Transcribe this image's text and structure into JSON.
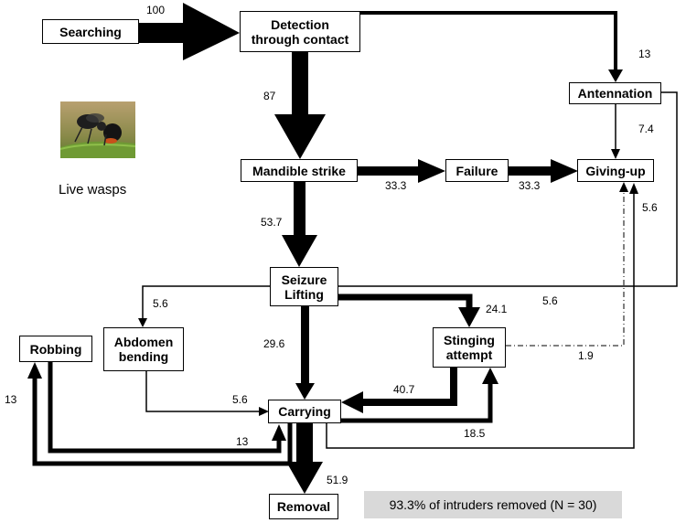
{
  "nodes": {
    "searching": "Searching",
    "detection_line1": "Detection",
    "detection_line2": "through contact",
    "antennation": "Antennation",
    "mandible_strike": "Mandible strike",
    "failure": "Failure",
    "giving_up": "Giving-up",
    "seizure_line1": "Seizure",
    "seizure_line2": "Lifting",
    "abdomen_line1": "Abdomen",
    "abdomen_line2": "bending",
    "robbing": "Robbing",
    "stinging_line1": "Stinging",
    "stinging_line2": "attempt",
    "carrying": "Carrying",
    "removal": "Removal"
  },
  "edge_labels": {
    "searching_to_detection": "100",
    "detection_to_antennation": "13",
    "detection_to_mandible": "87",
    "antennation_to_givingup": "7.4",
    "mandible_to_failure": "33.3",
    "failure_to_givingup": "33.3",
    "antennation_to_seizure": "5.6",
    "carrying_to_givingup": "5.6",
    "mandible_to_seizure": "53.7",
    "seizure_to_abdomen": "5.6",
    "seizure_to_stinging": "24.1",
    "seizure_to_carrying": "29.6",
    "stinging_to_givingup": "1.9",
    "stinging_to_carrying": "40.7",
    "abdomen_to_carrying": "5.6",
    "carrying_to_robbing": "13",
    "robbing_to_carrying": "13",
    "carrying_to_stinging": "18.5",
    "carrying_to_removal": "51.9"
  },
  "photo_caption": "Live wasps",
  "summary": "93.3% of intruders removed  (N = 30)"
}
